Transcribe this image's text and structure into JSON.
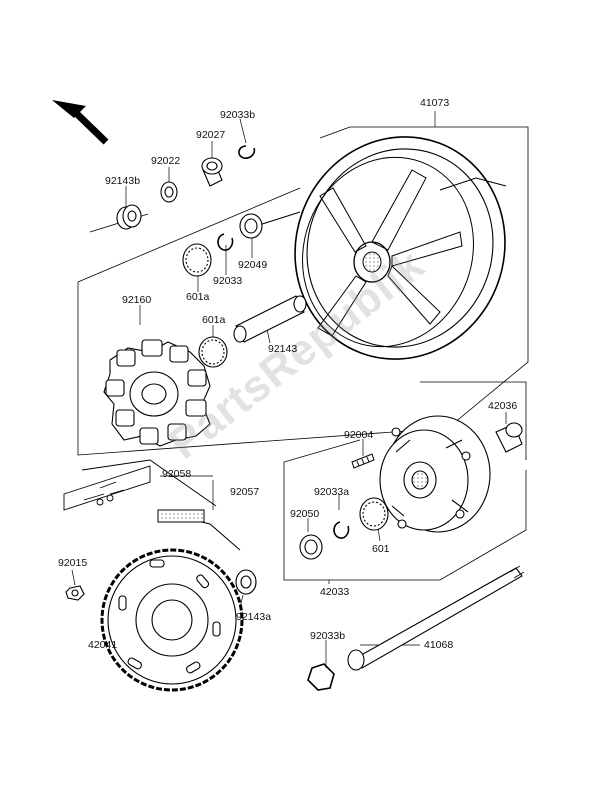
{
  "watermark": "PartsRepublik",
  "labels": {
    "p41073": "41073",
    "p92033b_top": "92033b",
    "p92027": "92027",
    "p92022": "92022",
    "p92143b": "92143b",
    "p92049": "92049",
    "p92033": "92033",
    "p601a_top": "601a",
    "p92160": "92160",
    "p601a_mid": "601a",
    "p92143": "92143",
    "p42036": "42036",
    "p92004": "92004",
    "p92058": "92058",
    "p92057": "92057",
    "p92033a": "92033a",
    "p92050": "92050",
    "p601": "601",
    "p42033": "42033",
    "p92015": "92015",
    "p92143a": "92143a",
    "p42041": "42041",
    "p92033b_bottom": "92033b",
    "p41068": "41068"
  }
}
